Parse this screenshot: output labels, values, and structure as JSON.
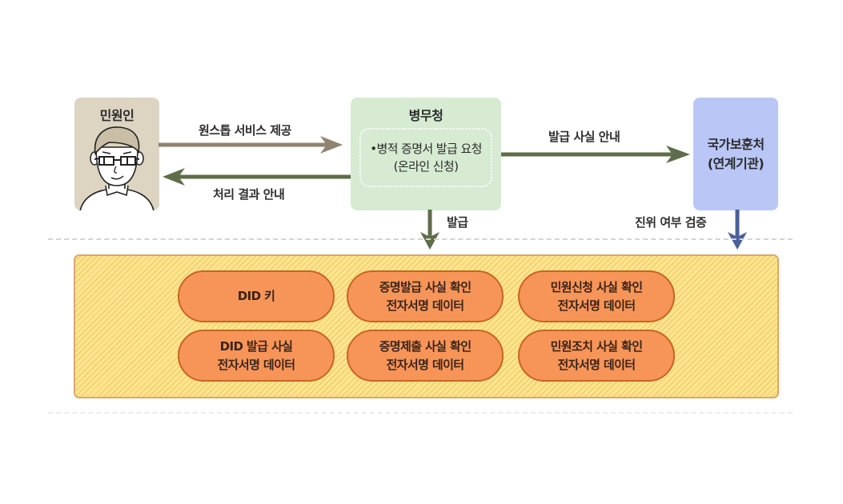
{
  "actors": {
    "applicant": {
      "title": "민원인",
      "icon": "person-with-glasses-icon",
      "color": "#ddd4c1"
    },
    "mma": {
      "title": "병무청",
      "bullet": "•",
      "line1": "병적 증명서 발급 요청",
      "line2": "(온라인 신청)",
      "color": "#d6ebd2"
    },
    "mpva": {
      "line1": "국가보훈처",
      "line2": "(연계기관)",
      "color": "#b9c6f6"
    }
  },
  "arrows": {
    "one_stop": {
      "label": "원스톱 서비스 제공",
      "color": "#8e8470"
    },
    "result": {
      "label": "처리 결과 안내",
      "color": "#5f6d4a"
    },
    "issue_notice": {
      "label": "발급 사실 안내",
      "color": "#5f6d4a"
    },
    "issue": {
      "label": "발급",
      "color": "#5f6d4a"
    },
    "verify": {
      "label": "진위 여부 검증",
      "color": "#4a5f9c"
    }
  },
  "data_band": {
    "color": "#fde48d",
    "pills": [
      {
        "line1": "DID 키",
        "line2": ""
      },
      {
        "line1": "증명발급 사실 확인",
        "line2": "전자서명 데이터"
      },
      {
        "line1": "민원신청 사실 확인",
        "line2": "전자서명 데이터"
      },
      {
        "line1": "DID 발급 사실",
        "line2": "전자서명 데이터"
      },
      {
        "line1": "증명제출 사실 확인",
        "line2": "전자서명 데이터"
      },
      {
        "line1": "민원조치 사실 확인",
        "line2": "전자서명 데이터"
      }
    ],
    "pill_color": "#f79559"
  }
}
